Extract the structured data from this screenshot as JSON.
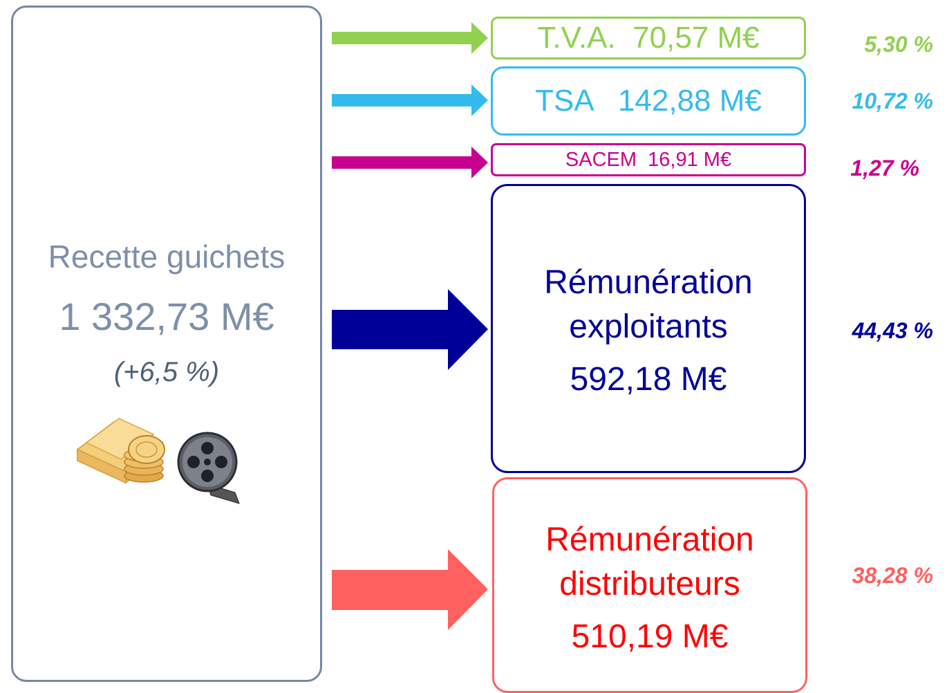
{
  "source": {
    "title": "Recette guichets",
    "amount": "1 332,73 M€",
    "growth": "(+6,5 %)",
    "icons": [
      "money-icon",
      "film-reel-icon"
    ]
  },
  "flows": [
    {
      "id": "tva",
      "label": "T.V.A.  70,57 M€",
      "percent": "5,30 %",
      "color": "#92d050"
    },
    {
      "id": "tsa",
      "label": "TSA   142,88 M€",
      "percent": "10,72 %",
      "color": "#33bbee"
    },
    {
      "id": "sacem",
      "label": "SACEM  16,91 M€",
      "percent": "1,27 %",
      "color": "#c8008f"
    },
    {
      "id": "exploitants",
      "line1": "Rémunération",
      "line2": "exploitants",
      "amount": "592,18 M€",
      "percent": "44,43 %",
      "color": "#000099"
    },
    {
      "id": "distributeurs",
      "line1": "Rémunération",
      "line2": "distributeurs",
      "amount": "510,19 M€",
      "percent": "38,28 %",
      "color": "#ff6060",
      "text_color": "#ff0000"
    }
  ]
}
